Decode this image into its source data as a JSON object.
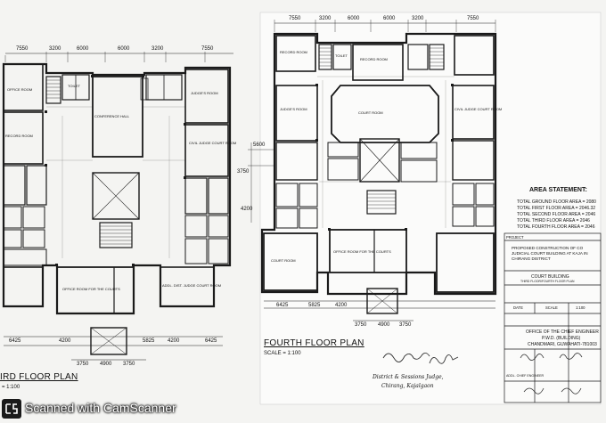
{
  "left_plan": {
    "top_dimensions": [
      "7550",
      "3200",
      "6000",
      "6000",
      "3200",
      "7550"
    ],
    "bottom_dimensions": [
      "6425",
      "4200",
      "5825",
      "4200",
      "6425"
    ],
    "stair_dimensions": [
      "3750",
      "4900",
      "3750"
    ],
    "title": "IRD FLOOR PLAN",
    "scale": "= 1:100",
    "rooms": [
      {
        "name": "OFFICE ROOM"
      },
      {
        "name": "CONFERENCE HALL"
      },
      {
        "name": "JUDGE'S ROOM"
      },
      {
        "name": "CIVIL JUDGE COURT ROOM"
      },
      {
        "name": "OFFICE ROOM FOR THE COURTS"
      },
      {
        "name": "ADDL. DIST. JUDGE COURT ROOM"
      },
      {
        "name": "TOILET"
      },
      {
        "name": "RECORD ROOM"
      }
    ]
  },
  "right_plan": {
    "top_dimensions": [
      "7550",
      "3200",
      "6000",
      "6000",
      "3200",
      "7550"
    ],
    "side_dimensions": [
      "5600",
      "3750",
      "4200"
    ],
    "bottom_dimensions": [
      "6425",
      "5825",
      "4200"
    ],
    "stair_dimensions": [
      "3750",
      "4900",
      "3750"
    ],
    "title": "FOURTH FLOOR PLAN",
    "scale": "SCALE = 1:100",
    "rooms": [
      {
        "name": "RECORD ROOM"
      },
      {
        "name": "TOILET"
      },
      {
        "name": "JUDGE'S ROOM"
      },
      {
        "name": "CIVIL JUDGE COURT ROOM"
      },
      {
        "name": "RECORD ROOM"
      },
      {
        "name": "COURT ROOM"
      },
      {
        "name": "OFFICE ROOM FOR THE COURTS"
      },
      {
        "name": "COURT ROOM"
      }
    ]
  },
  "area_statement": {
    "title": "AREA STATEMENT:",
    "lines": [
      "TOTAL GROUND FLOOR AREA = 2080",
      "TOTAL FIRST FLOOR AREA = 2046.32",
      "TOTAL SECOND FLOOR AREA = 2046",
      "TOTAL THIRD FLOOR AREA = 2046",
      "TOTAL FOURTH FLOOR AREA = 2046"
    ]
  },
  "title_block": {
    "project_label": "PROJECT",
    "project": "PROPOSED CONSTRUCTION OF CO JUDICIAL COURT BUILDING AT KAJA IN CHIRANG DISTRICT",
    "drawing_title": "COURT BUILDING",
    "drawing_subtitle": "THIRD FLOOR/FOURTH FLOOR PLAN",
    "office_line1": "OFFICE OF THE CHIEF ENGINEER",
    "office_line2": "P.W.D. (BUILDING)",
    "office_line3": "CHANDMARI, GUWAHATI-781003",
    "stamp_label": "ADDL. CHIEF ENGINEER",
    "date_label": "DATE",
    "scale_label": "SCALE",
    "scale_value": "1:100"
  },
  "signatures": {
    "note_line1": "District & Sessions Judge,",
    "note_line2": "Chirang, Kajalgaon"
  },
  "watermark": {
    "logo_letters": "CS",
    "text": "Scanned with CamScanner",
    "logo_color": "#1a1a1a",
    "text_color": "#ffffff"
  }
}
